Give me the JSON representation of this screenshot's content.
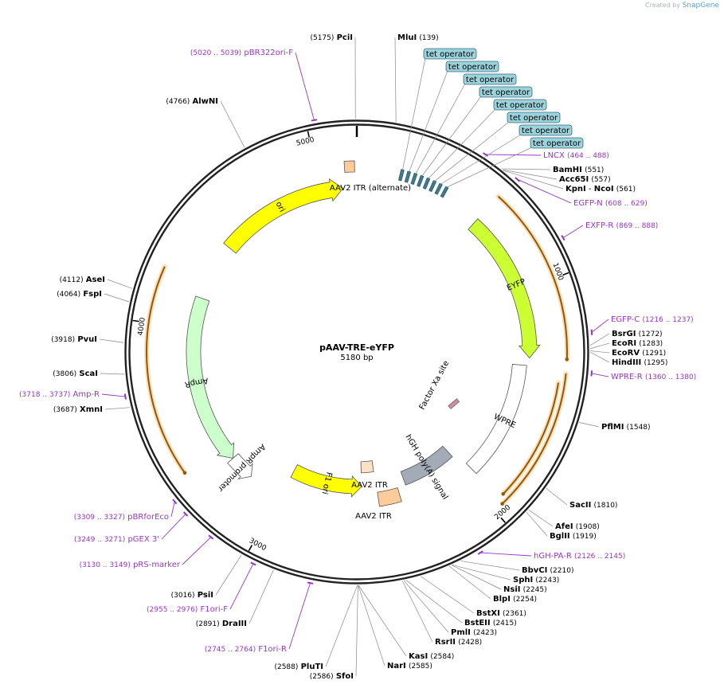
{
  "credit": {
    "prefix": "Created by",
    "brand": "SnapGene"
  },
  "plasmid": {
    "name": "pAAV-TRE-eYFP",
    "size_label": "5180 bp",
    "length": 5180
  },
  "colors": {
    "primer": "#9933cc",
    "backbone": "#222222",
    "tet_box": "#9bd3dd",
    "tet_block": "#3a7c8c",
    "ori": "#ffff00",
    "eyfp": "#ccff33",
    "ampr": "#ccffcc",
    "itr": "#ffcc99",
    "itr_alt": "#fbe2c6",
    "polya": "#a3acb6",
    "orf": "#e8a33d"
  },
  "ticks": [
    {
      "label": "1000",
      "pos": 1000
    },
    {
      "label": "2000",
      "pos": 2000
    },
    {
      "label": "3000",
      "pos": 3000
    },
    {
      "label": "4000",
      "pos": 4000
    },
    {
      "label": "5000",
      "pos": 5000
    }
  ],
  "features": [
    {
      "name": "ori",
      "label": "ori",
      "start": 4450,
      "end": 5110,
      "dir": 1,
      "type": "ori"
    },
    {
      "name": "aav2-itr-alternate",
      "label": "AAV2 ITR (alternate)",
      "start": 5125,
      "end": 5170,
      "dir": 0,
      "type": "itr_alt"
    },
    {
      "name": "eyfp",
      "label": "EYFP",
      "start": 608,
      "end": 1324,
      "dir": 1,
      "type": "eyfp"
    },
    {
      "name": "wpre",
      "label": "WPRE",
      "start": 1360,
      "end": 1950,
      "dir": 0,
      "type": "wpre"
    },
    {
      "name": "hgh-polya-signal",
      "label": "hGH poly(A) signal",
      "start": 1980,
      "end": 2300,
      "dir": 0,
      "type": "polya"
    },
    {
      "name": "aav2-itr",
      "label": "AAV2 ITR",
      "start": 2350,
      "end": 2470,
      "dir": 0,
      "type": "itr"
    },
    {
      "name": "f1-ori",
      "label": "F1 ori",
      "start": 2560,
      "end": 2990,
      "dir": -1,
      "type": "ori"
    },
    {
      "name": "ampr",
      "label": "AmpR",
      "start": 3300,
      "end": 4160,
      "dir": -1,
      "type": "ampr"
    },
    {
      "name": "ampr-promoter",
      "label": "AmpR promoter",
      "start": 3170,
      "end": 3300,
      "dir": -1,
      "type": "promoter"
    }
  ],
  "inner_itr_label": "AAV2 ITR",
  "factor_xa": {
    "label": "Factor Xa site",
    "pos": 1700
  },
  "tet_operators": {
    "label": "tet operator",
    "count": 8
  },
  "orfs": [
    {
      "start": 608,
      "end": 1324
    },
    {
      "start": 1380,
      "end": 1960
    },
    {
      "start": 1420,
      "end": 1930
    },
    {
      "start": 3380,
      "end": 4230
    }
  ],
  "sites": [
    {
      "name": "PciI",
      "pos": 5175,
      "coord": "(5175)"
    },
    {
      "name": "MluI",
      "pos": 139,
      "coord": "(139)"
    },
    {
      "name": "AlwNI",
      "pos": 4766,
      "coord": "(4766)"
    },
    {
      "name": "BamHI",
      "pos": 551,
      "coord": "(551)"
    },
    {
      "name": "Acc65I",
      "pos": 557,
      "coord": "(557)"
    },
    {
      "name": "KpnI",
      "pos": 561,
      "coord": "(561)",
      "extra": "NcoI"
    },
    {
      "name": "BsrGI",
      "pos": 1272,
      "coord": "(1272)"
    },
    {
      "name": "EcoRI",
      "pos": 1283,
      "coord": "(1283)"
    },
    {
      "name": "EcoRV",
      "pos": 1291,
      "coord": "(1291)"
    },
    {
      "name": "HindIII",
      "pos": 1295,
      "coord": "(1295)"
    },
    {
      "name": "PflMI",
      "pos": 1548,
      "coord": "(1548)"
    },
    {
      "name": "SacII",
      "pos": 1810,
      "coord": "(1810)"
    },
    {
      "name": "AfeI",
      "pos": 1908,
      "coord": "(1908)"
    },
    {
      "name": "BglII",
      "pos": 1919,
      "coord": "(1919)"
    },
    {
      "name": "BbvCI",
      "pos": 2210,
      "coord": "(2210)"
    },
    {
      "name": "SphI",
      "pos": 2243,
      "coord": "(2243)"
    },
    {
      "name": "NsiI",
      "pos": 2245,
      "coord": "(2245)"
    },
    {
      "name": "BlpI",
      "pos": 2254,
      "coord": "(2254)"
    },
    {
      "name": "BstXI",
      "pos": 2361,
      "coord": "(2361)"
    },
    {
      "name": "BstEII",
      "pos": 2415,
      "coord": "(2415)"
    },
    {
      "name": "PmlI",
      "pos": 2423,
      "coord": "(2423)"
    },
    {
      "name": "RsrII",
      "pos": 2428,
      "coord": "(2428)"
    },
    {
      "name": "KasI",
      "pos": 2584,
      "coord": "(2584)"
    },
    {
      "name": "NarI",
      "pos": 2585,
      "coord": "(2585)"
    },
    {
      "name": "SfoI",
      "pos": 2586,
      "coord": "(2586)"
    },
    {
      "name": "PluTI",
      "pos": 2588,
      "coord": "(2588)"
    },
    {
      "name": "DraIII",
      "pos": 2891,
      "coord": "(2891)"
    },
    {
      "name": "PsiI",
      "pos": 3016,
      "coord": "(3016)"
    },
    {
      "name": "XmnI",
      "pos": 3687,
      "coord": "(3687)"
    },
    {
      "name": "ScaI",
      "pos": 3806,
      "coord": "(3806)"
    },
    {
      "name": "PvuI",
      "pos": 3918,
      "coord": "(3918)"
    },
    {
      "name": "FspI",
      "pos": 4064,
      "coord": "(4064)"
    },
    {
      "name": "AseI",
      "pos": 4112,
      "coord": "(4112)"
    }
  ],
  "primers": [
    {
      "name": "pBR322ori-F",
      "pos": 5030,
      "coord": "(5020 .. 5039)"
    },
    {
      "name": "LNCX",
      "pos": 476,
      "coord": "(464 .. 488)"
    },
    {
      "name": "EGFP-N",
      "pos": 618,
      "coord": "(608 .. 629)"
    },
    {
      "name": "EXFP-R",
      "pos": 878,
      "coord": "(869 .. 888)"
    },
    {
      "name": "EGFP-C",
      "pos": 1226,
      "coord": "(1216 .. 1237)"
    },
    {
      "name": "WPRE-R",
      "pos": 1370,
      "coord": "(1360 .. 1380)"
    },
    {
      "name": "hGH-PA-R",
      "pos": 2135,
      "coord": "(2126 .. 2145)"
    },
    {
      "name": "F1ori-R",
      "pos": 2754,
      "coord": "(2745 .. 2764)"
    },
    {
      "name": "F1ori-F",
      "pos": 2965,
      "coord": "(2955 .. 2976)"
    },
    {
      "name": "pRS-marker",
      "pos": 3140,
      "coord": "(3130 .. 3149)"
    },
    {
      "name": "pGEX 3'",
      "pos": 3260,
      "coord": "(3249 .. 3271)"
    },
    {
      "name": "pBRforEco",
      "pos": 3318,
      "coord": "(3309 .. 3327)"
    },
    {
      "name": "Amp-R",
      "pos": 3728,
      "coord": "(3718 .. 3737)"
    }
  ]
}
